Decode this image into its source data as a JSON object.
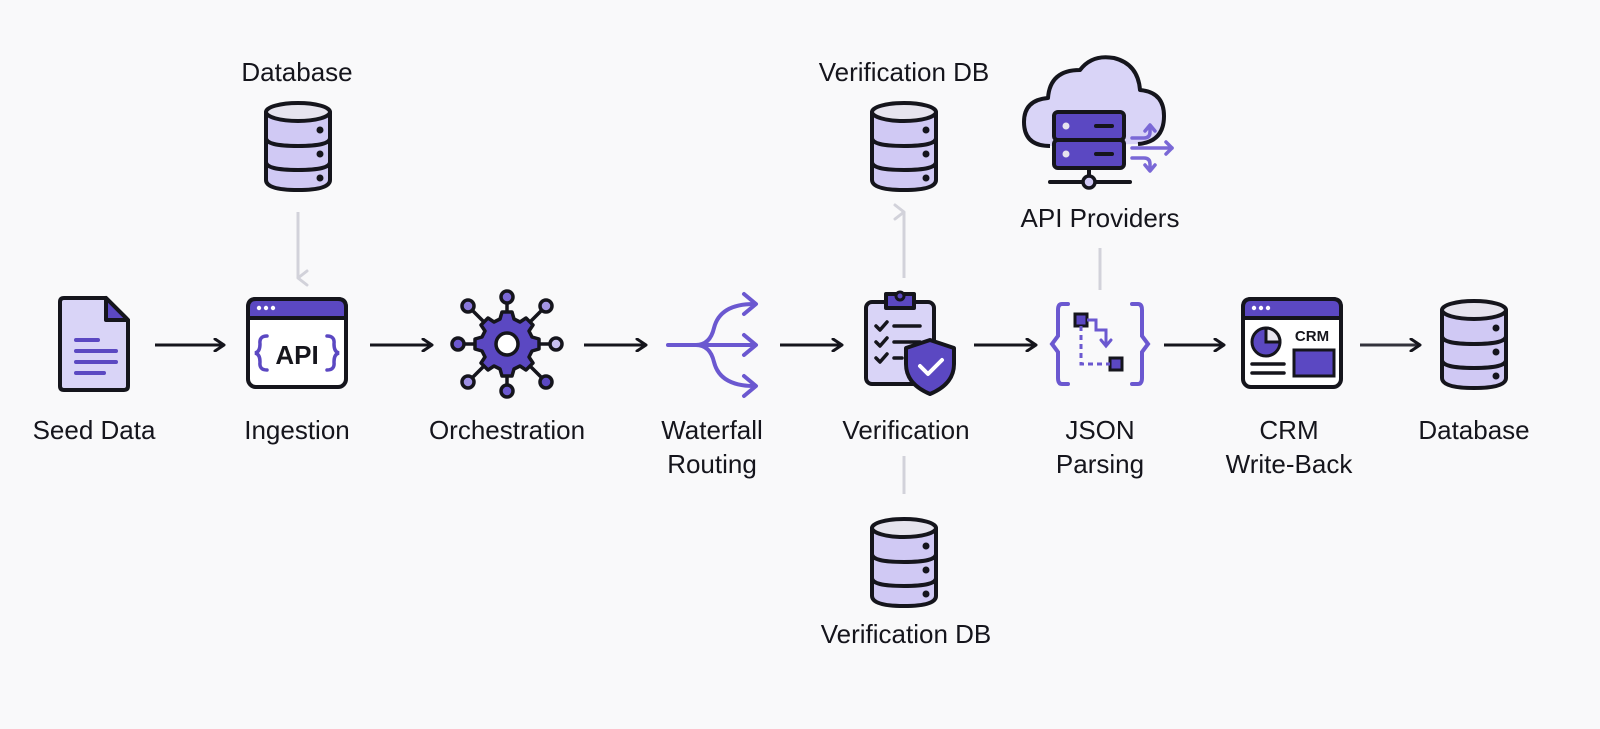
{
  "colors": {
    "accent": "#5b48c2",
    "accent_light": "#cbc4f3",
    "fill_pale": "#d9d4f7",
    "stroke": "#15151c",
    "connector_gray": "#d2d2da",
    "background": "#f9f9fa"
  },
  "pipeline": [
    {
      "id": "seed",
      "label": "Seed Data",
      "icon": "document-icon"
    },
    {
      "id": "ingestion",
      "label": "Ingestion",
      "icon": "api-window-icon",
      "icon_text": "API"
    },
    {
      "id": "orchestration",
      "label": "Orchestration",
      "icon": "gear-network-icon"
    },
    {
      "id": "routing",
      "label_line1": "Waterfall",
      "label_line2": "Routing",
      "icon": "split-arrows-icon"
    },
    {
      "id": "verification",
      "label": "Verification",
      "icon": "clipboard-shield-icon"
    },
    {
      "id": "json",
      "label_line1": "JSON",
      "label_line2": "Parsing",
      "icon": "json-braces-icon"
    },
    {
      "id": "crm",
      "label_line1": "CRM",
      "label_line2": "Write-Back",
      "icon": "crm-window-icon",
      "icon_text": "CRM"
    },
    {
      "id": "database-out",
      "label": "Database",
      "icon": "database-icon"
    }
  ],
  "satellites": {
    "database_in": {
      "label": "Database",
      "icon": "database-icon"
    },
    "verification_db_top": {
      "label": "Verification DB",
      "icon": "database-icon"
    },
    "api_providers": {
      "label": "API Providers",
      "icon": "cloud-server-icon"
    },
    "verification_db_bottom": {
      "label": "Verification DB",
      "icon": "database-icon"
    }
  }
}
